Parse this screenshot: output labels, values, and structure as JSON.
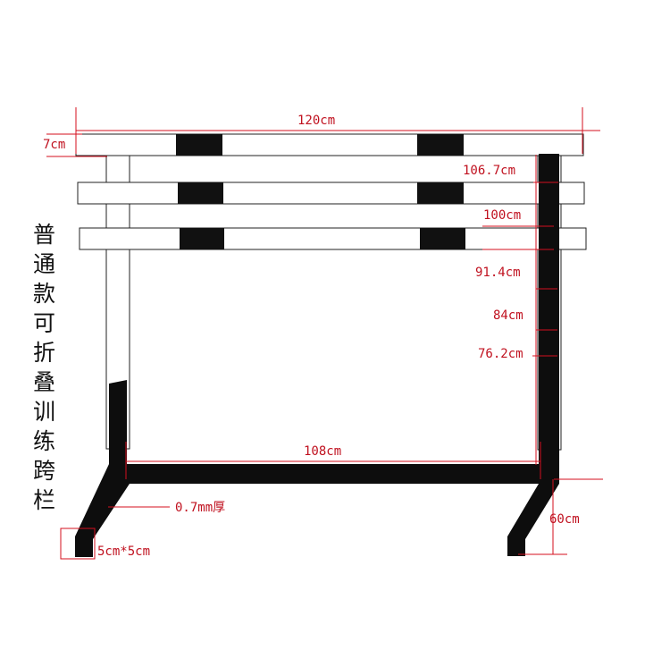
{
  "colors": {
    "dimension": "#c0111f",
    "frame": "#0d0d0d",
    "rail": "#ffffff"
  },
  "title_chars": [
    "普",
    "通",
    "款",
    "可",
    "折",
    "叠",
    "训",
    "练",
    "跨",
    "栏"
  ],
  "dimensions": {
    "rail_length": "120cm",
    "rail_height": "7cm",
    "height_1": "106.7cm",
    "height_2": "100cm",
    "height_3": "91.4cm",
    "height_4": "84cm",
    "height_5": "76.2cm",
    "base_width": "108cm",
    "thickness": "0.7mm厚",
    "foot_length": "60cm",
    "tube_section": "5cm*5cm"
  }
}
